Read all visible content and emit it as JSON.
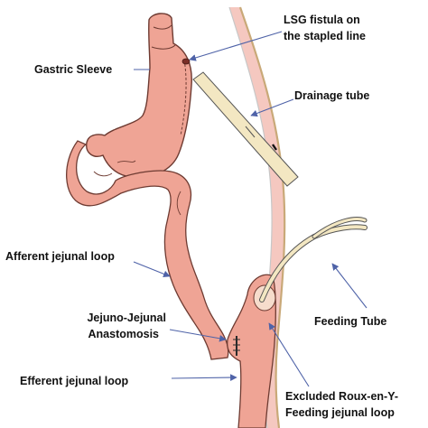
{
  "labels": {
    "lsg_fistula": [
      "LSG fistula on",
      "the stapled line"
    ],
    "gastric_sleeve": "Gastric Sleeve",
    "drainage_tube": "Drainage tube",
    "afferent_loop": "Afferent jejunal loop",
    "jj_anastomosis": [
      "Jejuno-Jejunal",
      "Anastomosis"
    ],
    "feeding_tube": "Feeding Tube",
    "efferent_loop": "Efferent jejunal loop",
    "excluded_loop": [
      "Excluded Roux-en-Y-",
      "Feeding jejunal loop"
    ]
  },
  "colors": {
    "organ_fill": "#efa495",
    "organ_stroke": "#6e3b32",
    "abdominal_wall": "#f5c8c0",
    "skin_line": "#c9a978",
    "tube_fill": "#f3e7c2",
    "pointer": "#4f63a8",
    "text": "#111111"
  }
}
